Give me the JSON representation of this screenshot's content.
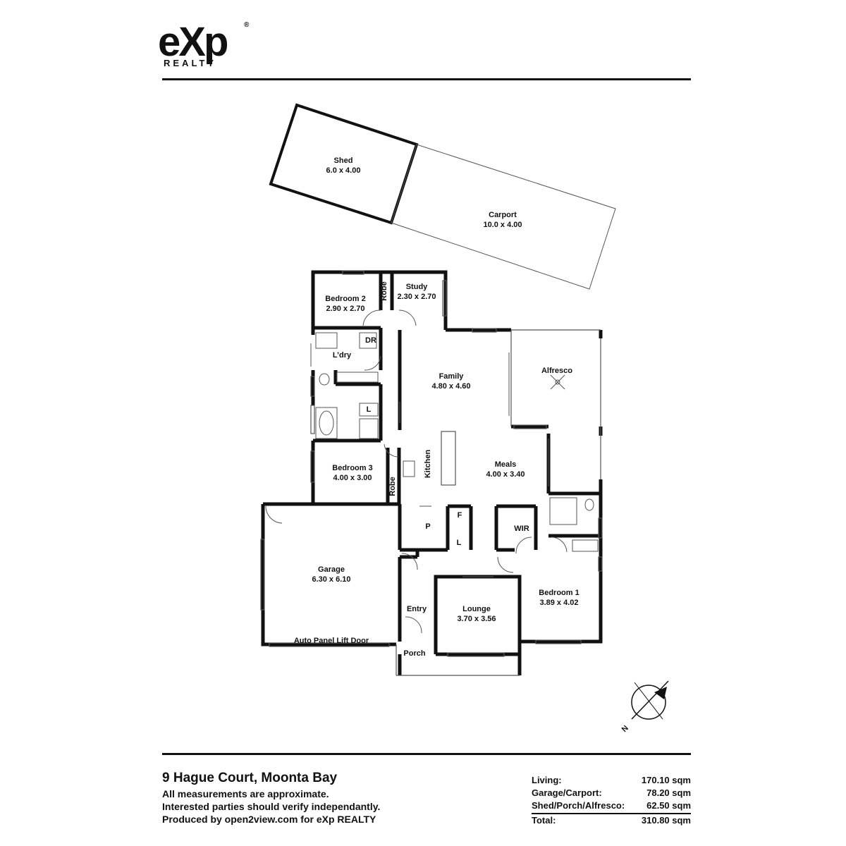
{
  "logo": {
    "main": "eXp",
    "sub": "REALTY",
    "reg": "®"
  },
  "rooms": {
    "shed": {
      "name": "Shed",
      "dims": "6.0 x 4.00"
    },
    "carport": {
      "name": "Carport",
      "dims": "10.0 x 4.00"
    },
    "bedroom2": {
      "name": "Bedroom 2",
      "dims": "2.90 x 2.70"
    },
    "robe_top": "Robe",
    "study": {
      "name": "Study",
      "dims": "2.30 x 2.70"
    },
    "dr": "DR",
    "laundry": "L’dry",
    "family": {
      "name": "Family",
      "dims": "4.80 x 4.60"
    },
    "alfresco": {
      "name": "Alfresco"
    },
    "linen_l1": "L",
    "kitchen": "Kitchen",
    "meals": {
      "name": "Meals",
      "dims": "4.00 x 3.40"
    },
    "bedroom3": {
      "name": "Bedroom 3",
      "dims": "4.00 x 3.00"
    },
    "robe_b3": "Robe",
    "pantry": "P",
    "fridge": "F",
    "linen_l2": "L",
    "wir": "WIR",
    "garage": {
      "name": "Garage",
      "dims": "6.30 x 6.10"
    },
    "entry": "Entry",
    "lounge": {
      "name": "Lounge",
      "dims": "3.70 x 3.56"
    },
    "bedroom1": {
      "name": "Bedroom 1",
      "dims": "3.89 x 4.02"
    },
    "garage_door": "Auto Panel Lift Door",
    "porch": "Porch"
  },
  "compass": {
    "label": "N"
  },
  "footer": {
    "address": "9 Hague Court, Moonta Bay",
    "notes": [
      "All measurements are approximate.",
      "Interested parties should verify independantly.",
      "Produced by open2view.com for eXp REALTY"
    ]
  },
  "areas": [
    {
      "label": "Living:",
      "value": "170.10 sqm"
    },
    {
      "label": "Garage/Carport:",
      "value": "78.20 sqm"
    },
    {
      "label": "Shed/Porch/Alfresco:",
      "value": "62.50 sqm"
    },
    {
      "label": "Total:",
      "value": "310.80 sqm"
    }
  ]
}
